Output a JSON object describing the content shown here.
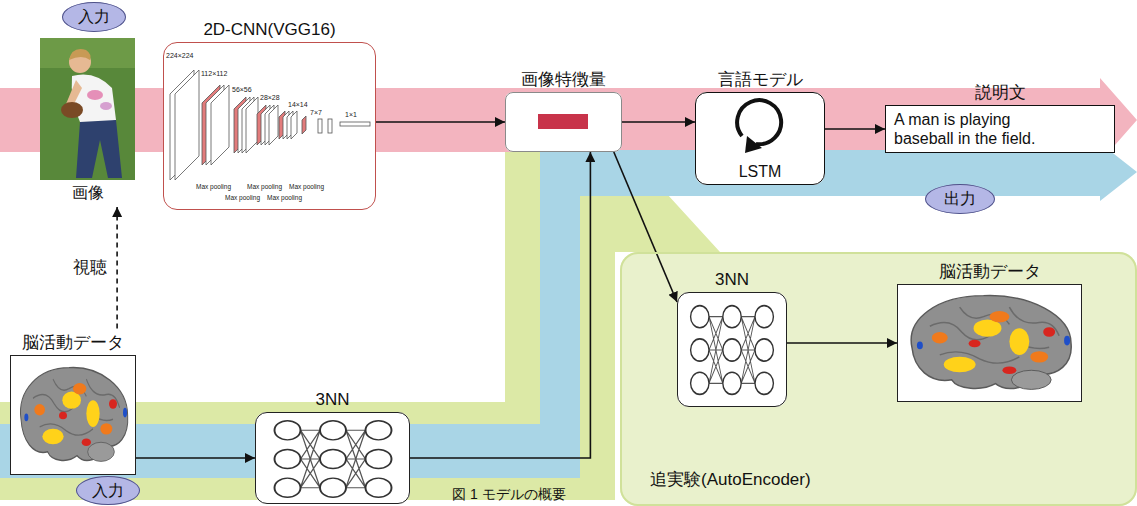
{
  "diagram": {
    "caption": "図 1 モデルの概要",
    "nodes": [
      {
        "text": [
          "入力"
        ]
      },
      {
        "text": [
          "画像"
        ]
      },
      {
        "text": [
          "2D-CNN(VGG16)"
        ]
      },
      {
        "text": [
          "画像特徴量"
        ]
      },
      {
        "text": [
          "言語モデル",
          "LSTM"
        ]
      },
      {
        "text": [
          "説明文",
          "A man is playing baseball in the field."
        ]
      },
      {
        "text": [
          "出力"
        ]
      },
      {
        "text": [
          "脳活動データ"
        ]
      },
      {
        "text": [
          "入力"
        ]
      },
      {
        "text": [
          "3NN"
        ]
      },
      {
        "text": [
          "追実験(AutoEncoder)"
        ]
      },
      {
        "text": [
          "3NN"
        ],
        "in": 10
      },
      {
        "text": [
          "脳活動データ"
        ],
        "in": 10
      }
    ],
    "edges": [
      {
        "from": 2,
        "to": 3,
        "arrow": "to"
      },
      {
        "from": 3,
        "to": 4,
        "arrow": "to"
      },
      {
        "from": 4,
        "to": 5,
        "arrow": "to"
      },
      {
        "from": 9,
        "to": 3,
        "arrow": "to"
      },
      {
        "from": 3,
        "to": 11,
        "arrow": "to"
      },
      {
        "from": 11,
        "to": 12,
        "arrow": "to"
      },
      {
        "from": 7,
        "to": 1,
        "label": "視聴",
        "arrow": "to"
      },
      {
        "from": 7,
        "to": 9,
        "arrow": "to"
      }
    ],
    "labels": [
      "224×224",
      "112×112",
      "56×56",
      "28×28",
      "14×14",
      "7×7",
      "1×1",
      "Max pooling",
      "Max pooling",
      "Max pooling",
      "Max pooling",
      "Max pooling"
    ]
  }
}
